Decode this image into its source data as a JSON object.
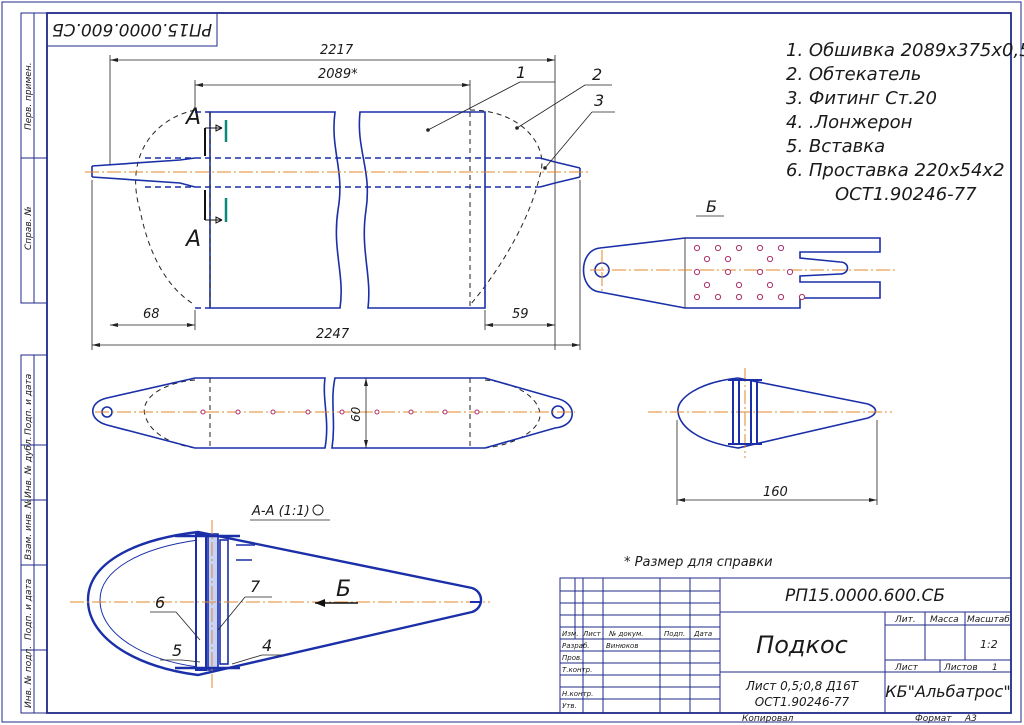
{
  "drawing": {
    "doc_code_rotated": "РП15.0000.600.СБ",
    "side_labels": [
      "Перв. примен.",
      "Справ. №",
      "Подп. и дата",
      "Инв. № дубл.",
      "Взам. инв. №",
      "Подп. и дата",
      "Инв. № подл."
    ],
    "parts_list": [
      "1. Обшивка 2089х375х0,5",
      "2. Обтекатель",
      "3. Фитинг Ст.20",
      "4. .Лонжерон",
      "5. Вставка",
      "6. Проставка 220х54х2",
      "ОСТ1.90246-77"
    ],
    "dimensions": {
      "d2217": "2217",
      "d2089": "2089*",
      "d68": "68",
      "d59": "59",
      "d2247": "2247",
      "d60": "60",
      "d160": "160"
    },
    "callouts": [
      "1",
      "2",
      "3",
      "4",
      "5",
      "6",
      "7"
    ],
    "section_marks": {
      "a_top": "А",
      "a_bottom": "А",
      "view_b": "Б",
      "arrow_b": "Б"
    },
    "section_title": "А-А (1:1)",
    "note": "* Размер для справки"
  },
  "title_block": {
    "code": "РП15.0000.600.СБ",
    "name": "Подкос",
    "header_cols": [
      "Изм.",
      "Лист",
      "№ докум.",
      "Подп.",
      "Дата"
    ],
    "roles": [
      {
        "role": "Разраб.",
        "person": "Винюков"
      },
      {
        "role": "Пров.",
        "person": ""
      },
      {
        "role": "Т.контр.",
        "person": ""
      },
      {
        "role": "Н.контр.",
        "person": ""
      },
      {
        "role": "Утв.",
        "person": ""
      }
    ],
    "lit_label": "Лит.",
    "mass_label": "Масса",
    "scale_label": "Масштаб",
    "scale_value": "1:2",
    "sheet_label": "Лист",
    "sheets_label": "Листов",
    "sheets_value": "1",
    "material_line1": "Лист 0,5;0,8 Д16Т",
    "material_line2": "ОСТ1.90246-77",
    "org": "КБ\"Альбатрос\"",
    "copied": "Копировал",
    "format_label": "Формат",
    "format_value": "А3"
  }
}
